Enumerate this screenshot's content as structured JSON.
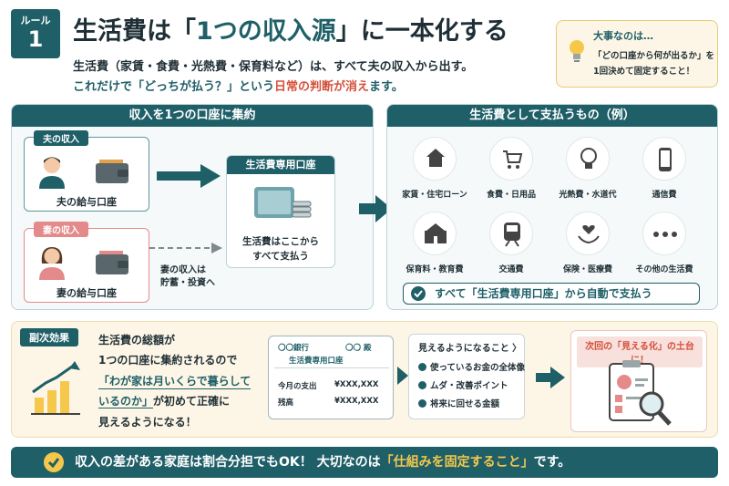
{
  "header": {
    "rule_label": "ルール",
    "rule_number": "1",
    "title_pre": "生活費は「",
    "title_hl": "1つの収入源",
    "title_post": "」に一本化する",
    "subtitle_line1": "生活費（家賃・食費・光熱費・保育料など）は、すべて夫の収入から出す。",
    "subtitle_line2_pre": "これだけで「どっちが払う？」という",
    "subtitle_line2_hl": "日常の判断が消え",
    "subtitle_line2_post": "ます。"
  },
  "tip": {
    "heading": "大事なのは…",
    "line1": "「どの口座から何が出るか」を",
    "line2": "1回決めて固定すること！"
  },
  "left_panel": {
    "heading": "収入を1つの口座に集約",
    "husband": {
      "tag": "夫の収入",
      "caption": "夫の給与口座"
    },
    "wife": {
      "tag": "妻の収入",
      "caption": "妻の給与口座"
    },
    "account": {
      "heading": "生活費専用口座",
      "line1": "生活費はここから",
      "line2": "すべて支払う"
    },
    "wife_note_line1": "妻の収入は",
    "wife_note_line2": "貯蓄・投資へ"
  },
  "right_panel": {
    "heading": "生活費として支払うもの（例）",
    "items": [
      {
        "label": "家賃・住宅ローン",
        "icon": "house-icon"
      },
      {
        "label": "食費・日用品",
        "icon": "cart-icon"
      },
      {
        "label": "光熱費・水道代",
        "icon": "bulb-icon"
      },
      {
        "label": "通信費",
        "icon": "smartphone-icon"
      },
      {
        "label": "保育料・教育費",
        "icon": "school-icon"
      },
      {
        "label": "交通費",
        "icon": "train-icon"
      },
      {
        "label": "保険・医療費",
        "icon": "heart-hand-icon"
      },
      {
        "label": "その他の生活費",
        "icon": "more-icon"
      }
    ],
    "auto_pay": "すべて「生活費専用口座」から自動で支払う"
  },
  "effects": {
    "tag": "副次効果",
    "line1": "生活費の総額が",
    "line2": "1つの口座に集約されるので",
    "line3": "「わが家は月いくらで暮らして",
    "line4_hl": "いるのか」",
    "line4_post": "が初めて正確に",
    "line5": "見えるようになる！",
    "bankbook": {
      "bank_name": "〇〇銀行",
      "branch": "〇〇 殿",
      "title": "生活費専用口座",
      "row1_label": "今月の支出",
      "row1_value": "¥XXX,XXX",
      "row2_label": "残高",
      "row2_value": "¥XXX,XXX"
    },
    "visible": {
      "heading": "見えるようになること 〉",
      "items": [
        "使っているお金の全体像",
        "ムダ・改善ポイント",
        "将来に回せる金額"
      ]
    },
    "next": "次回の「見える化」の土台に！"
  },
  "bottom": {
    "pre": "収入の差がある家庭は割合分担でもOK！ 大切なのは",
    "hl": "「仕組みを固定すること」",
    "post": "です。"
  },
  "colors": {
    "primary": "#1f5f68",
    "accent": "#d4503a",
    "highlight": "#f5c84c",
    "cream": "#fdf6e6",
    "pink": "#e48a8a"
  }
}
